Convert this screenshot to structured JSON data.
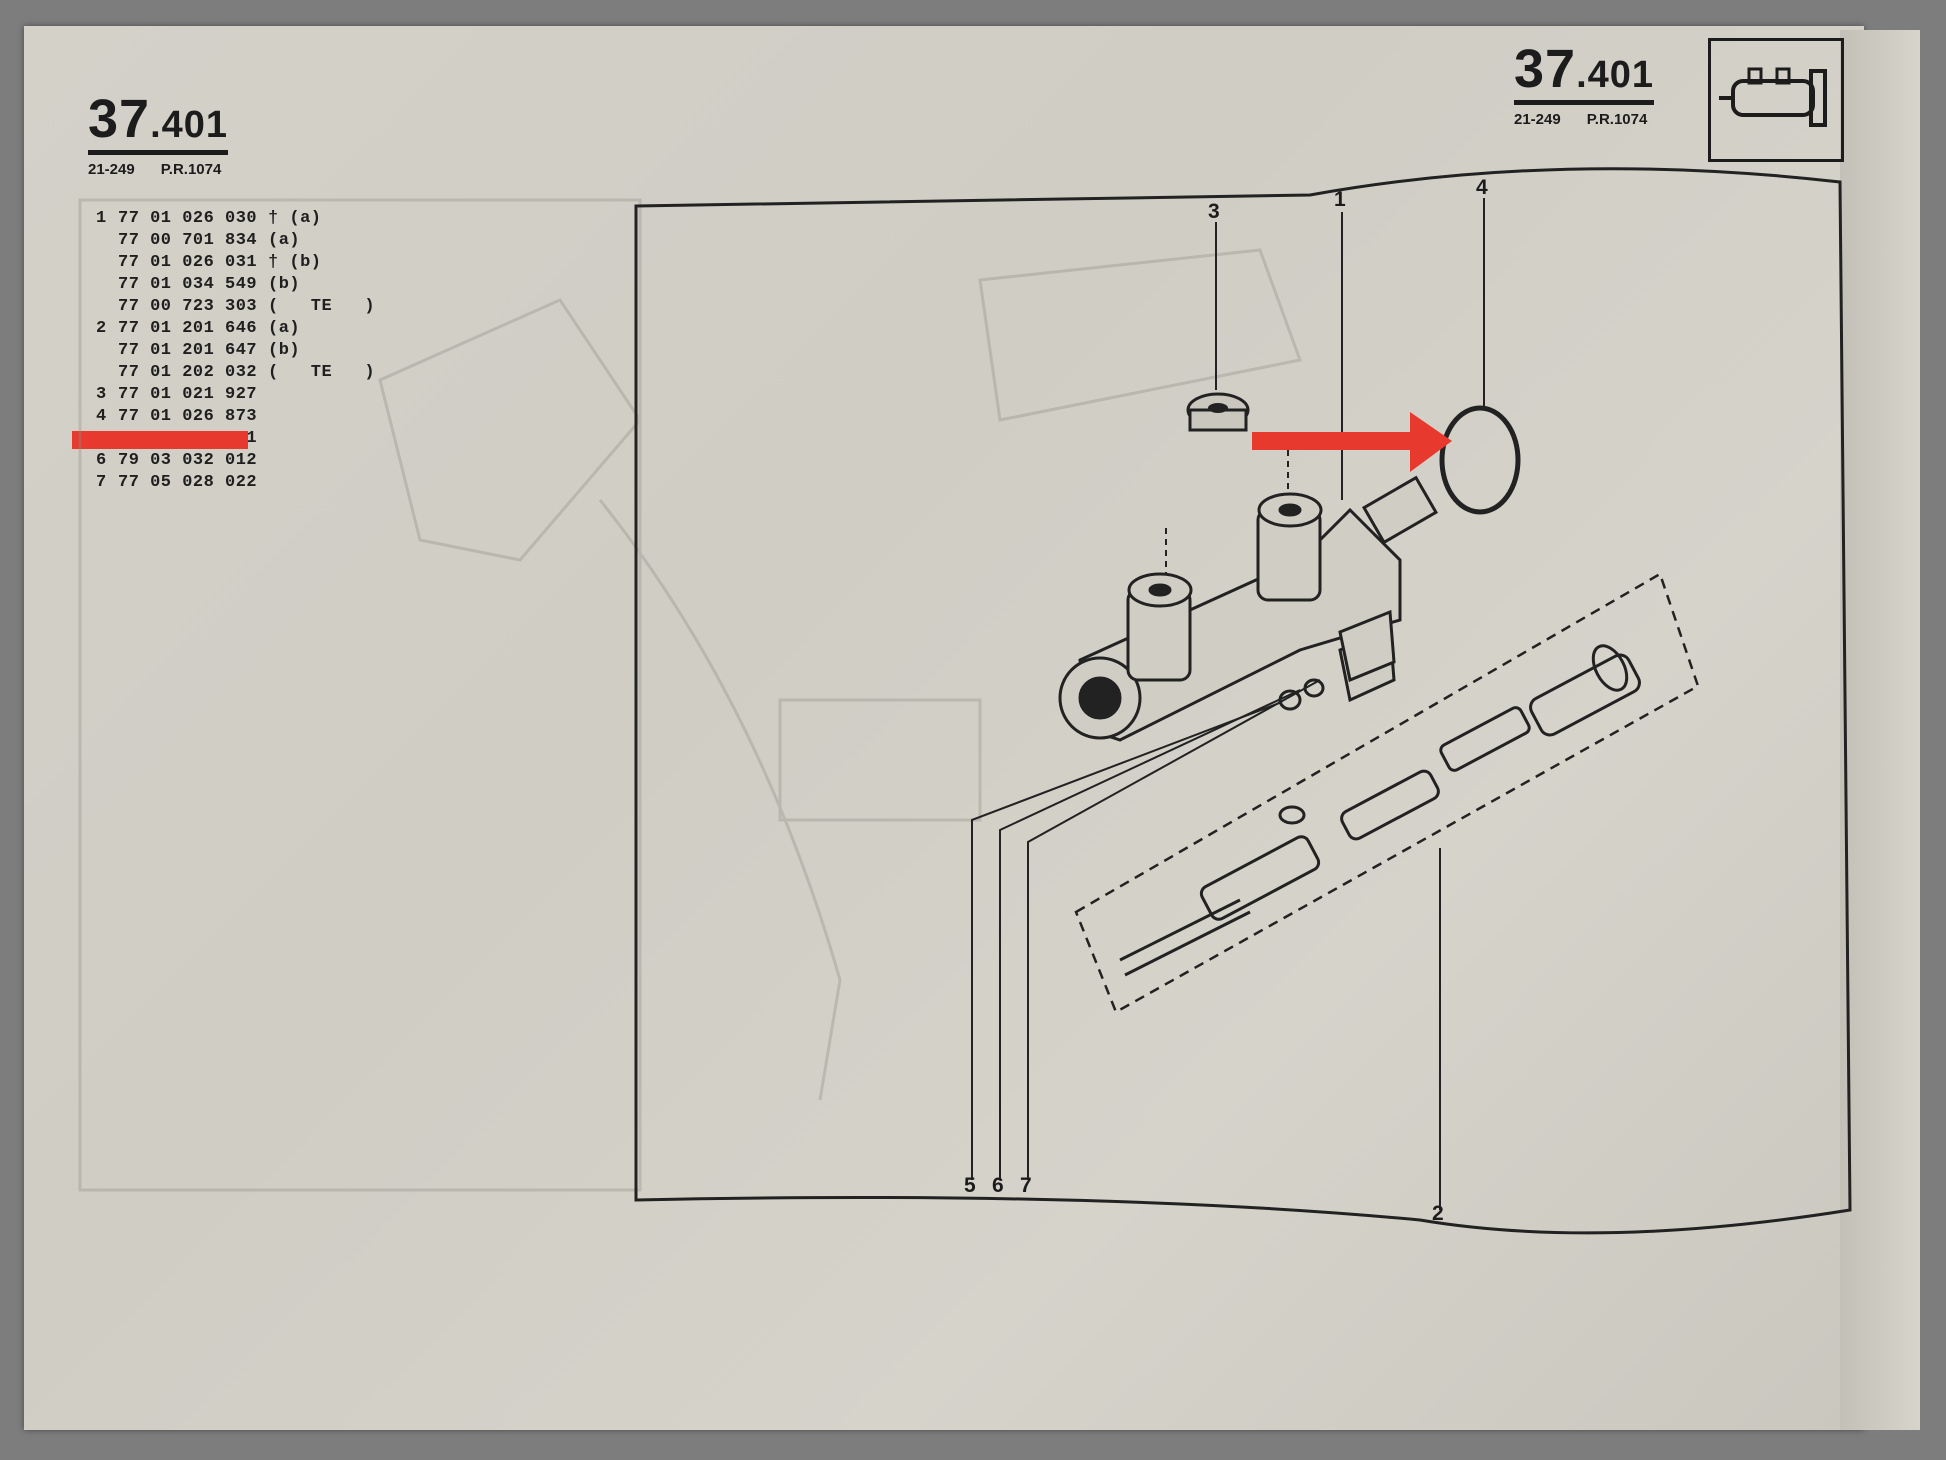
{
  "header_left": {
    "number": "37",
    "decimal": ".401",
    "code": "21-249",
    "pr": "P.R.1074"
  },
  "header_right": {
    "number": "37",
    "decimal": ".401",
    "code": "21-249",
    "pr": "P.R.1074"
  },
  "parts": [
    {
      "idx": "1",
      "ref": "77 01 026 030",
      "note": "† (a)"
    },
    {
      "idx": "",
      "ref": "77 00 701 834",
      "note": "(a)"
    },
    {
      "idx": "",
      "ref": "77 01 026 031",
      "note": "† (b)"
    },
    {
      "idx": "",
      "ref": "77 01 034 549",
      "note": "(b)"
    },
    {
      "idx": "",
      "ref": "77 00 723 303",
      "note": "(   TE   )"
    },
    {
      "idx": "2",
      "ref": "77 01 201 646",
      "note": "(a)"
    },
    {
      "idx": "",
      "ref": "77 01 201 647",
      "note": "(b)"
    },
    {
      "idx": "",
      "ref": "77 01 202 032",
      "note": "(   TE   )"
    },
    {
      "idx": "3",
      "ref": "77 01 021 927",
      "note": ""
    },
    {
      "idx": "4",
      "ref": "77 01 026 873",
      "note": ""
    },
    {
      "idx": "",
      "ref": "           31",
      "note": ""
    },
    {
      "idx": "6",
      "ref": "79 03 032 012",
      "note": ""
    },
    {
      "idx": "7",
      "ref": "77 05 028 022",
      "note": ""
    }
  ],
  "callouts": {
    "c1": "1",
    "c2": "2",
    "c3": "3",
    "c4": "4",
    "c5": "5",
    "c6": "6",
    "c7": "7"
  },
  "colors": {
    "paper": "#d1cfc6",
    "ink": "#1c1c1c",
    "marker": "#e8392e",
    "faded": "#b9b7ae"
  }
}
